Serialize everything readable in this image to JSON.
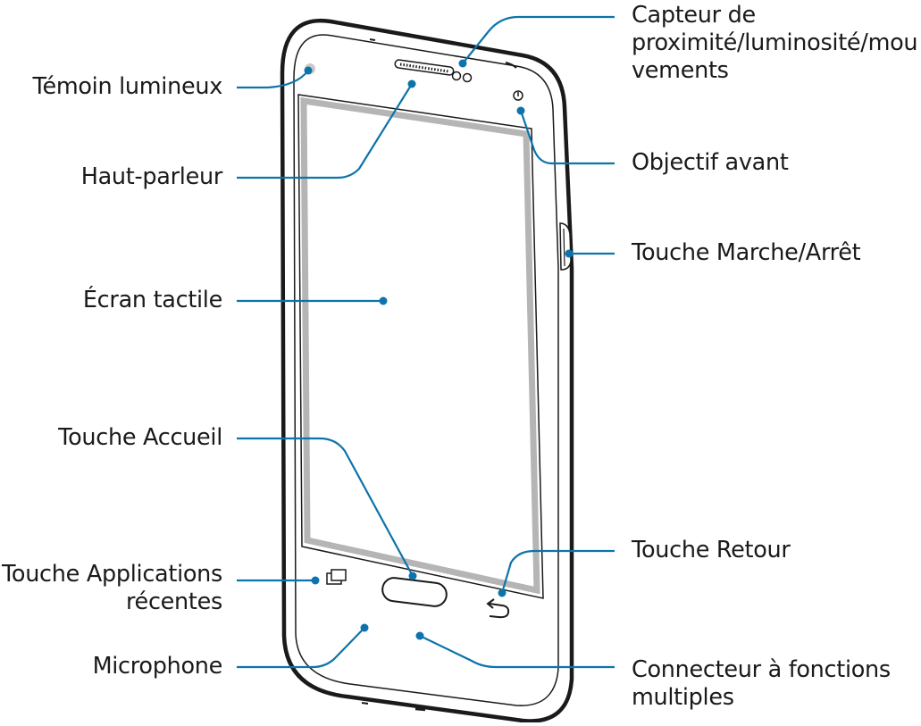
{
  "labels": {
    "temoin": "Témoin lumineux",
    "haut_parleur": "Haut-parleur",
    "ecran": "Écran tactile",
    "accueil": "Touche Accueil",
    "applications_line1": "Touche Applications",
    "applications_line2": "récentes",
    "microphone": "Microphone",
    "capteur_line1": "Capteur de",
    "capteur_line2": "proximité/luminosité/mou",
    "capteur_line3": "vements",
    "objectif": "Objectif avant",
    "marche": "Touche Marche/Arrêt",
    "retour": "Touche Retour",
    "connecteur_line1": "Connecteur à fonctions",
    "connecteur_line2": "multiples"
  },
  "colors": {
    "leader": "#0d73ab",
    "outline": "#1a1a1a",
    "screen_border": "#b5b5b5"
  }
}
